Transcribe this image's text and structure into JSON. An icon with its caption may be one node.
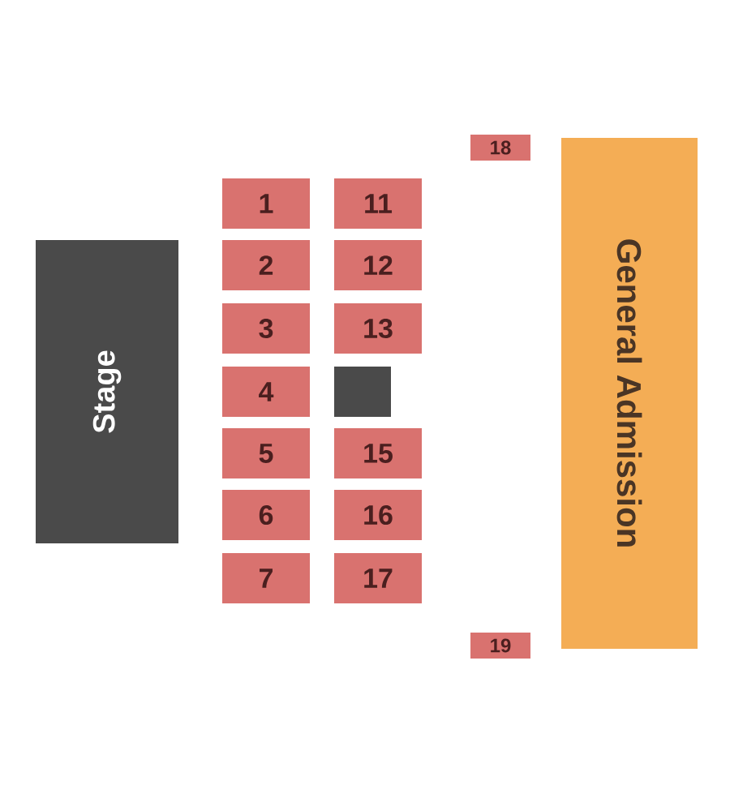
{
  "diagram": {
    "nodes": [
      {
        "text": [
          "Stage"
        ]
      },
      {
        "text": [
          "1"
        ]
      },
      {
        "text": [
          "2"
        ]
      },
      {
        "text": [
          "3"
        ]
      },
      {
        "text": [
          "4"
        ]
      },
      {
        "text": [
          "5"
        ]
      },
      {
        "text": [
          "6"
        ]
      },
      {
        "text": [
          "7"
        ]
      },
      {
        "text": [
          "11"
        ]
      },
      {
        "text": [
          "12"
        ]
      },
      {
        "text": [
          "13"
        ]
      },
      {
        "text": [],
        "shape": "box"
      },
      {
        "text": [
          "15"
        ]
      },
      {
        "text": [
          "16"
        ]
      },
      {
        "text": [
          "17"
        ]
      },
      {
        "text": [
          "18"
        ]
      },
      {
        "text": [
          "19"
        ]
      },
      {
        "text": [
          "General Admission"
        ]
      }
    ]
  }
}
